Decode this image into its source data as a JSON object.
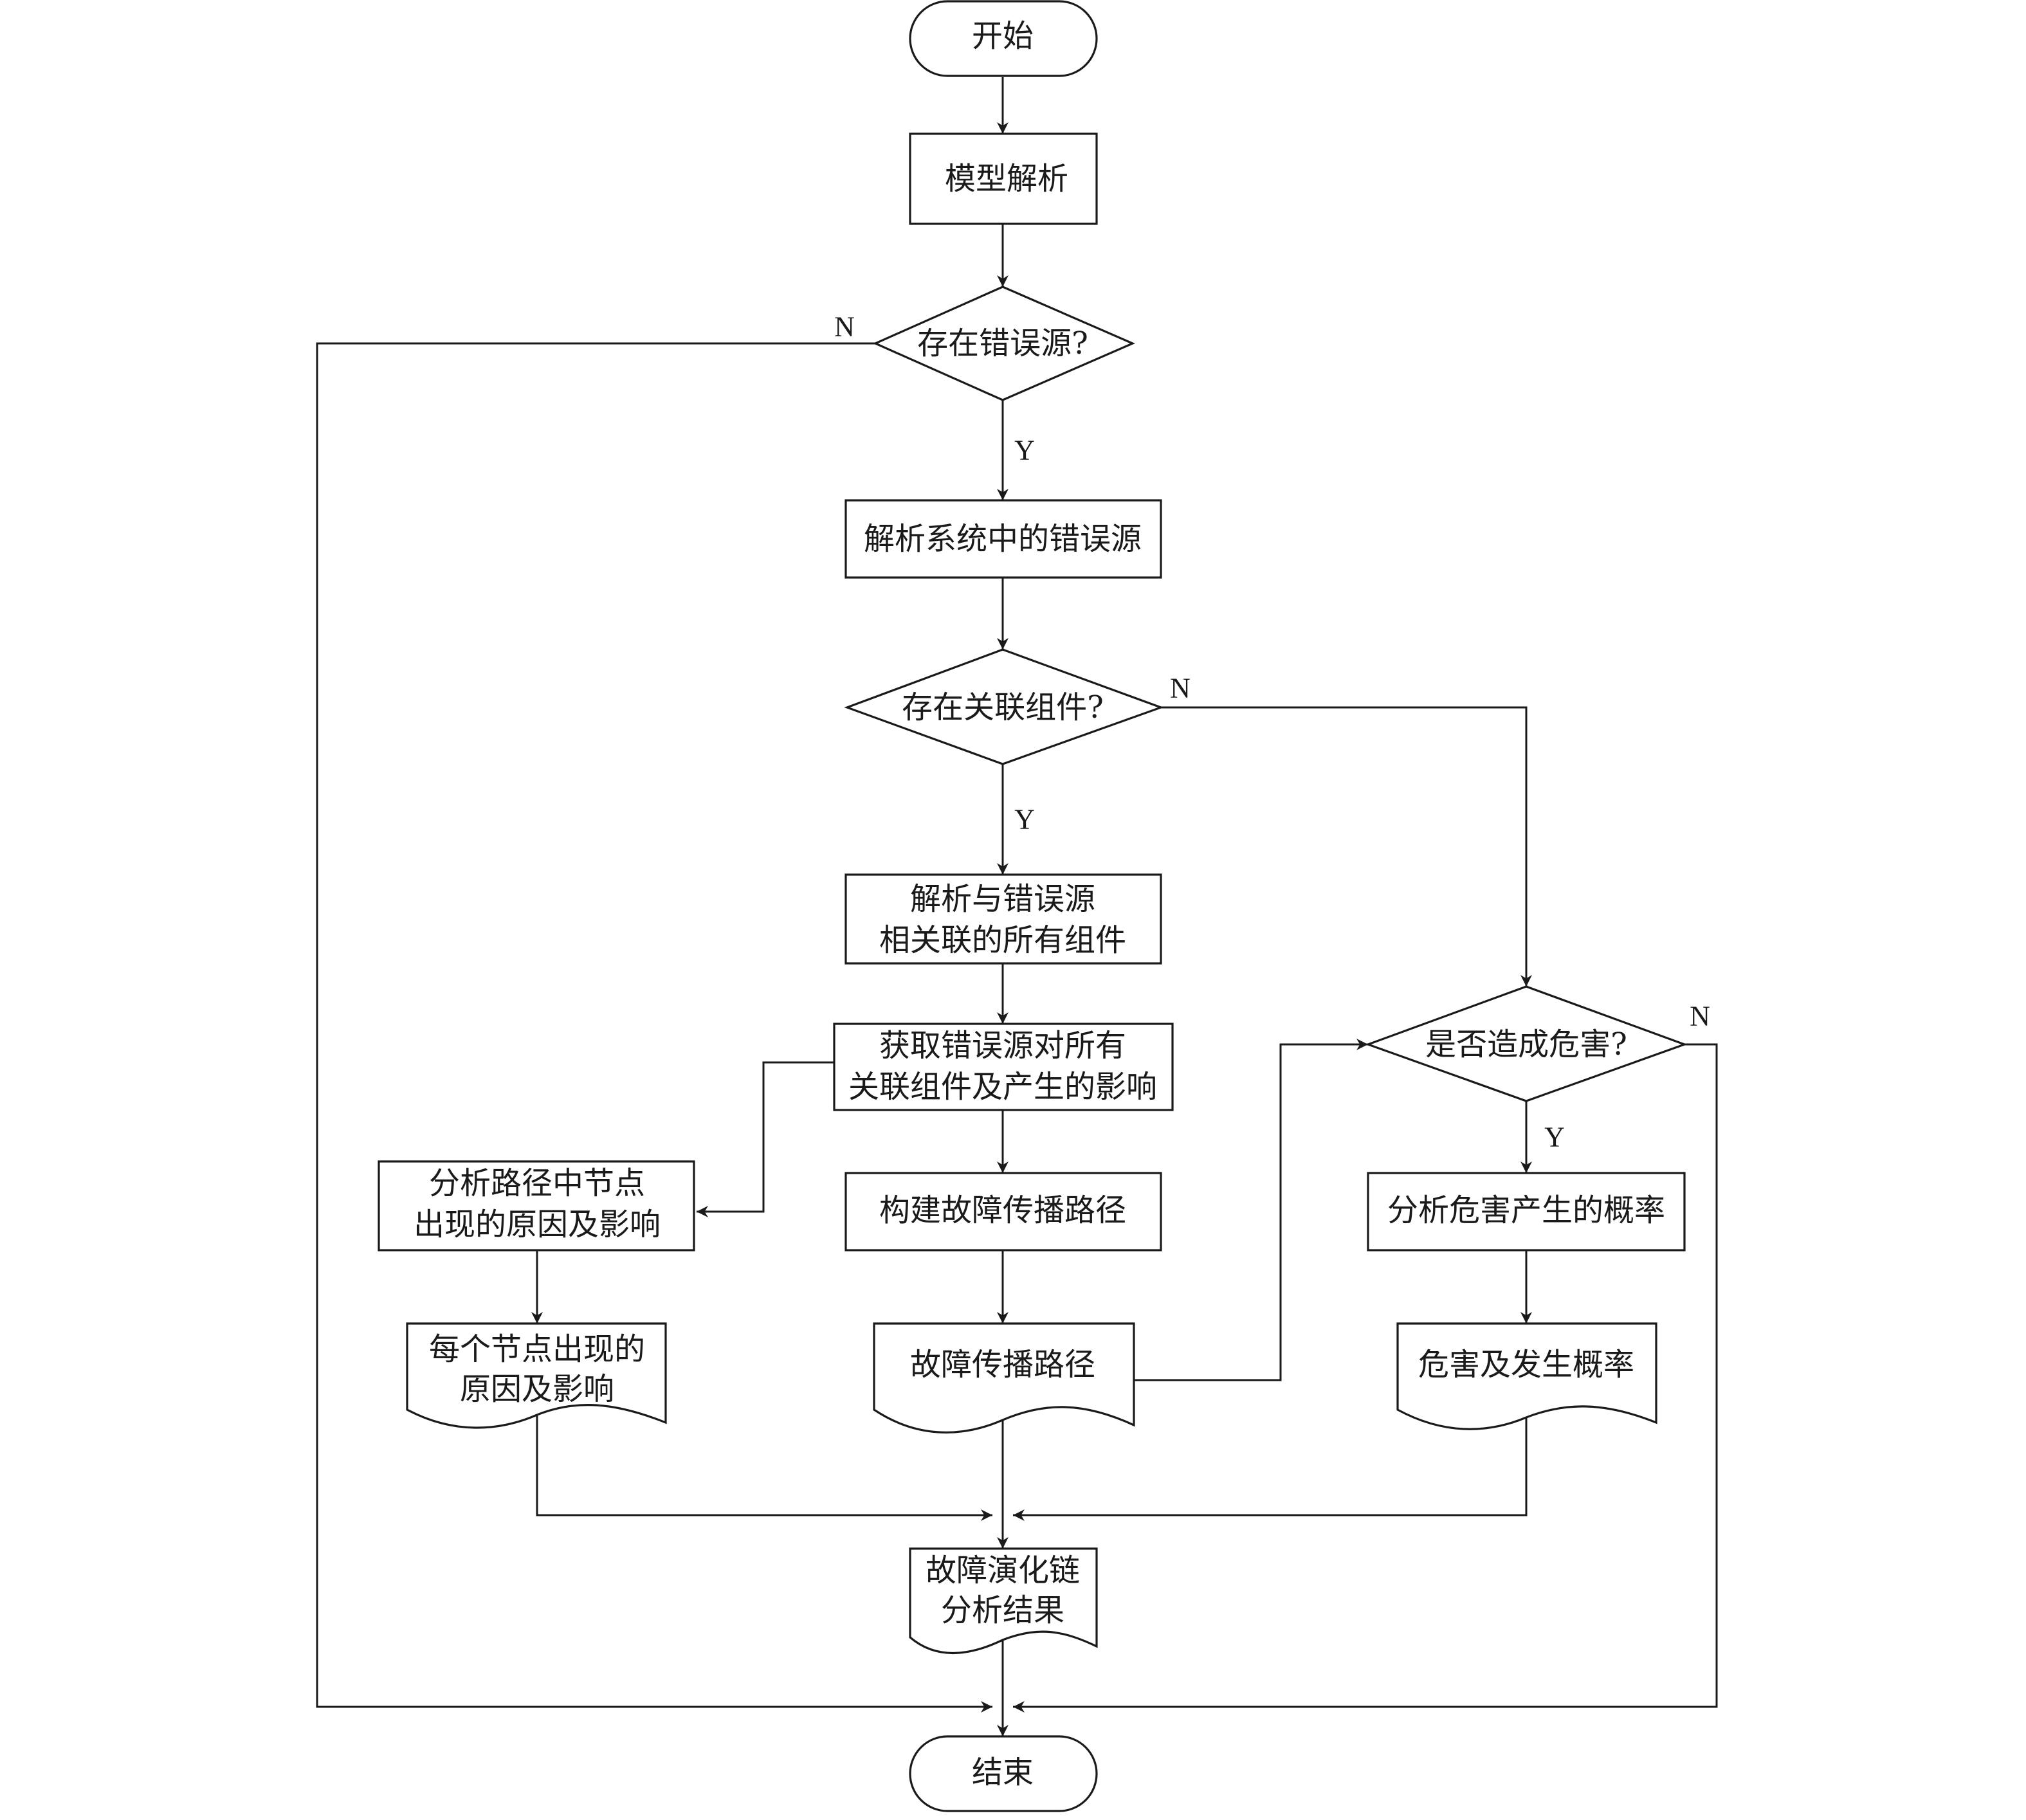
{
  "flowchart": {
    "start": "开始",
    "model_parse": "模型解析",
    "decision_error_source": "存在错误源?",
    "parse_error_sources": "解析系统中的错误源",
    "decision_related_components": "存在关联组件?",
    "parse_related_components": [
      "解析与错误源",
      "相关联的所有组件"
    ],
    "get_impact": [
      "获取错误源对所有",
      "关联组件及产生的影响"
    ],
    "analyze_node_causes": [
      "分析路径中节点",
      "出现的原因及影响"
    ],
    "build_propagation_path": "构建故障传播路径",
    "decision_hazard": "是否造成危害?",
    "analyze_hazard_probability": "分析危害产生的概率",
    "doc_node_causes": [
      "每个节点出现的",
      "原因及影响"
    ],
    "doc_propagation_path": "故障传播路径",
    "doc_hazard_probability": "危害及发生概率",
    "doc_result": [
      "故障演化链",
      "分析结果"
    ],
    "end": "结束",
    "labels": {
      "yes": "Y",
      "no": "N"
    }
  }
}
